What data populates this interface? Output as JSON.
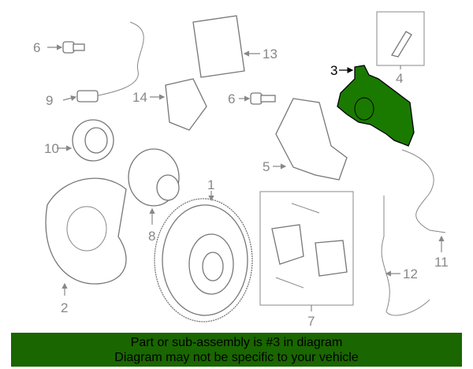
{
  "diagram": {
    "callouts": [
      "1",
      "2",
      "3",
      "4",
      "5",
      "6",
      "6",
      "7",
      "8",
      "9",
      "10",
      "11",
      "12",
      "13",
      "14"
    ],
    "highlighted_part": "3",
    "highlight_color": "#1a7a00"
  },
  "banner": {
    "line1": "Part or sub-assembly is #3 in diagram",
    "line2": "Diagram may not be specific to your vehicle",
    "background": "#1a6600"
  }
}
